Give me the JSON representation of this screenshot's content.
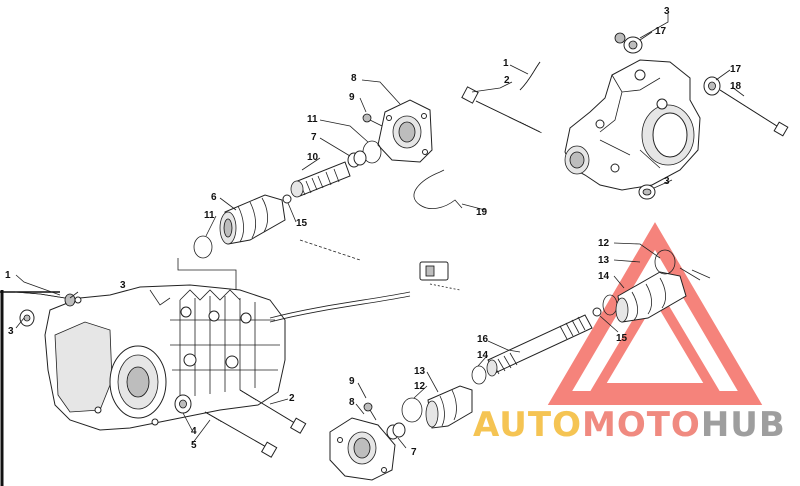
{
  "diagram": {
    "callouts": [
      {
        "id": "c1",
        "text": "3"
      },
      {
        "id": "c2",
        "text": "17"
      },
      {
        "id": "c3",
        "text": "1"
      },
      {
        "id": "c4",
        "text": "2"
      },
      {
        "id": "c5",
        "text": "17"
      },
      {
        "id": "c6",
        "text": "18"
      },
      {
        "id": "c7",
        "text": "3"
      },
      {
        "id": "c8",
        "text": "8"
      },
      {
        "id": "c9",
        "text": "9"
      },
      {
        "id": "c10",
        "text": "11"
      },
      {
        "id": "c11",
        "text": "7"
      },
      {
        "id": "c12",
        "text": "10"
      },
      {
        "id": "c13",
        "text": "6"
      },
      {
        "id": "c14",
        "text": "11"
      },
      {
        "id": "c15",
        "text": "15"
      },
      {
        "id": "c16",
        "text": "19"
      },
      {
        "id": "c17",
        "text": "12"
      },
      {
        "id": "c18",
        "text": "13"
      },
      {
        "id": "c19",
        "text": "14"
      },
      {
        "id": "c20",
        "text": "15"
      },
      {
        "id": "c21",
        "text": "16"
      },
      {
        "id": "c22",
        "text": "14"
      },
      {
        "id": "c23",
        "text": "13"
      },
      {
        "id": "c24",
        "text": "12"
      },
      {
        "id": "c25",
        "text": "9"
      },
      {
        "id": "c26",
        "text": "8"
      },
      {
        "id": "c27",
        "text": "7"
      },
      {
        "id": "c28",
        "text": "1"
      },
      {
        "id": "c29",
        "text": "3"
      },
      {
        "id": "c30",
        "text": "3"
      },
      {
        "id": "c31",
        "text": "2"
      },
      {
        "id": "c32",
        "text": "4"
      },
      {
        "id": "c33",
        "text": "5"
      }
    ]
  },
  "watermark": {
    "part1": "AUTO",
    "part2": "MOTO",
    "part3": "HUB",
    "colors": {
      "auto": "#f5c453",
      "moto": "#f08a80",
      "hub": "#9e9e9e",
      "triangle": "#f25a50"
    }
  }
}
